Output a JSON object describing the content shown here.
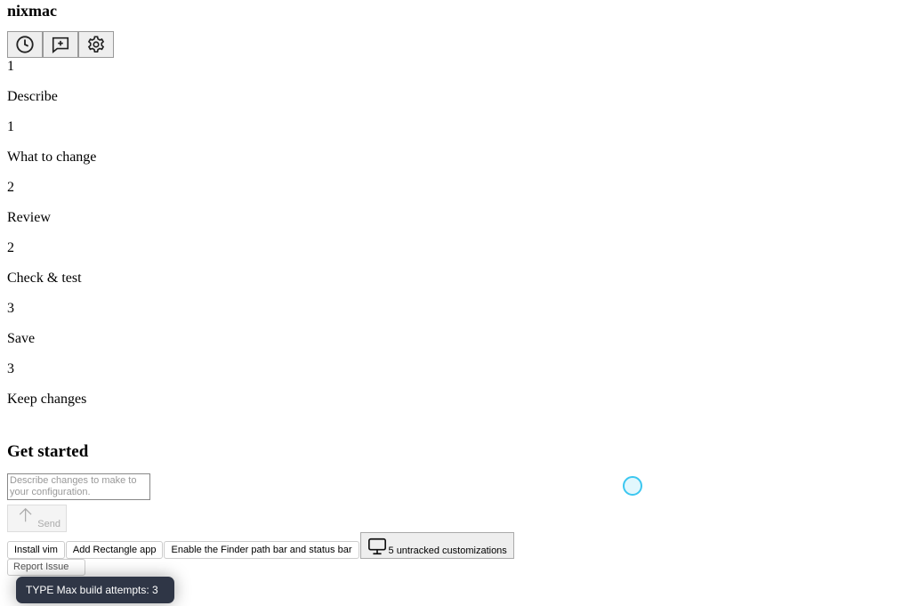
{
  "app": {
    "title": "nixmac"
  },
  "toolbar": {
    "icons": [
      "history-icon",
      "new-chat-icon",
      "settings-icon"
    ]
  },
  "steps": [
    {
      "number": "1",
      "title": "Describe",
      "sub_number": "1",
      "subtitle": "What to change"
    },
    {
      "number": "2",
      "title": "Review",
      "sub_number": "2",
      "subtitle": "Check & test"
    },
    {
      "number": "3",
      "title": "Save",
      "sub_number": "3",
      "subtitle": "Keep changes"
    }
  ],
  "main": {
    "heading": "Get started",
    "input_placeholder": "Describe changes to make to your configuration.",
    "send_label": "Send",
    "suggestions": [
      "Install vim",
      "Add Rectangle app",
      "Enable the Finder path bar and status bar"
    ],
    "untracked_label": "5 untracked customizations",
    "report_label": "Report Issue"
  },
  "tooltip": {
    "text": "TYPE Max build attempts: 3"
  }
}
